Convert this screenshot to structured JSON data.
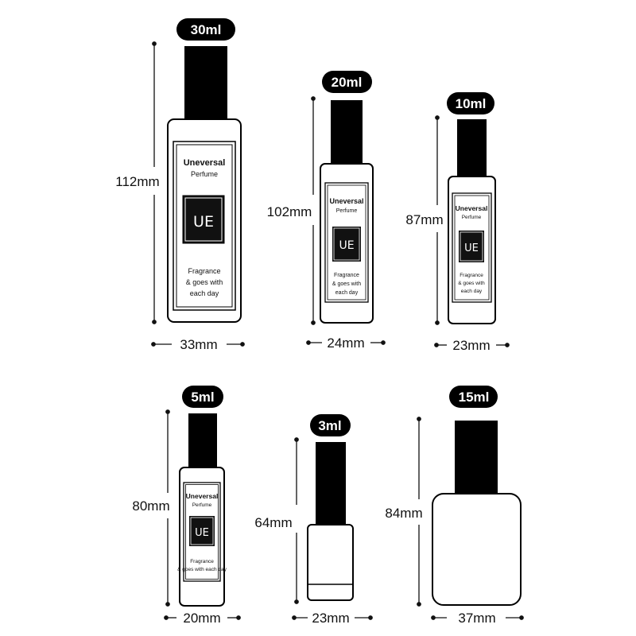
{
  "bottles": [
    {
      "capacity": "30ml",
      "height": "112mm",
      "width": "33mm",
      "label": {
        "brand": "Uneversal",
        "sub": "Perfume",
        "mono": "UE",
        "tag1": "Fragrance",
        "tag2": "& goes with",
        "tag3": "each day"
      }
    },
    {
      "capacity": "20ml",
      "height": "102mm",
      "width": "24mm",
      "label": {
        "brand": "Uneversal",
        "sub": "Perfume",
        "mono": "UE",
        "tag1": "Fragrance",
        "tag2": "& goes with",
        "tag3": "each day"
      }
    },
    {
      "capacity": "10ml",
      "height": "87mm",
      "width": "23mm",
      "label": {
        "brand": "Uneversal",
        "sub": "Perfume",
        "mono": "UE",
        "tag1": "Fragrance",
        "tag2": "& goes with",
        "tag3": "each day"
      }
    },
    {
      "capacity": "5ml",
      "height": "80mm",
      "width": "20mm",
      "label": {
        "brand": "Uneversal",
        "sub": "Perfume",
        "mono": "UE",
        "tag1": "Fragrance",
        "tag2": "& goes with each day"
      }
    },
    {
      "capacity": "3ml",
      "height": "64mm",
      "width": "23mm"
    },
    {
      "capacity": "15ml",
      "height": "84mm",
      "width": "37mm"
    }
  ]
}
